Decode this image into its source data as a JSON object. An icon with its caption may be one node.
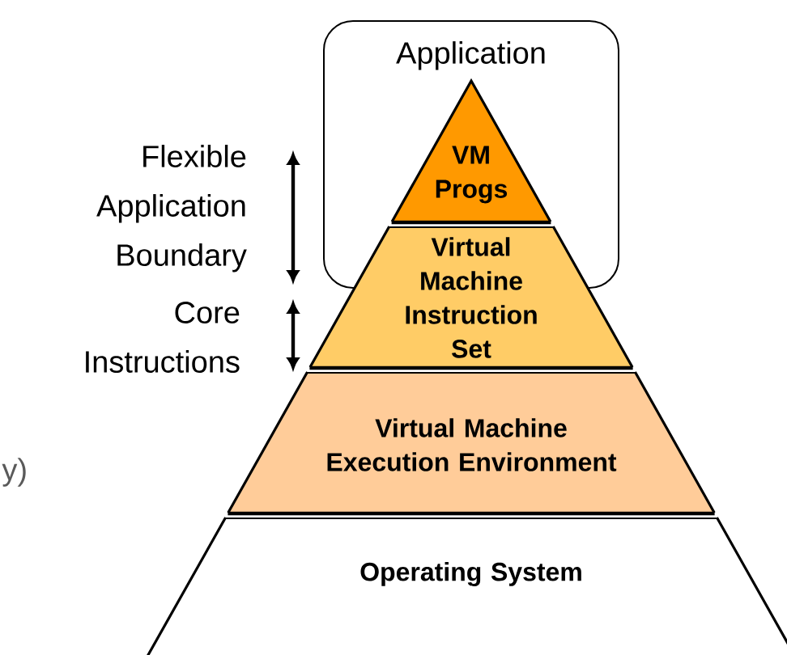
{
  "diagram": {
    "nodes": [
      {
        "text": [
          "Application"
        ]
      },
      {
        "text": [
          "VM Progs"
        ],
        "in": 0
      },
      {
        "text": [
          "Virtual Machine Instruction Set"
        ]
      },
      {
        "text": [
          "Virtual Machine Execution Environment"
        ]
      },
      {
        "text": [
          "Operating System"
        ]
      }
    ],
    "labels": [
      "Flexible Application Boundary",
      "Core Instructions",
      "y)"
    ]
  }
}
